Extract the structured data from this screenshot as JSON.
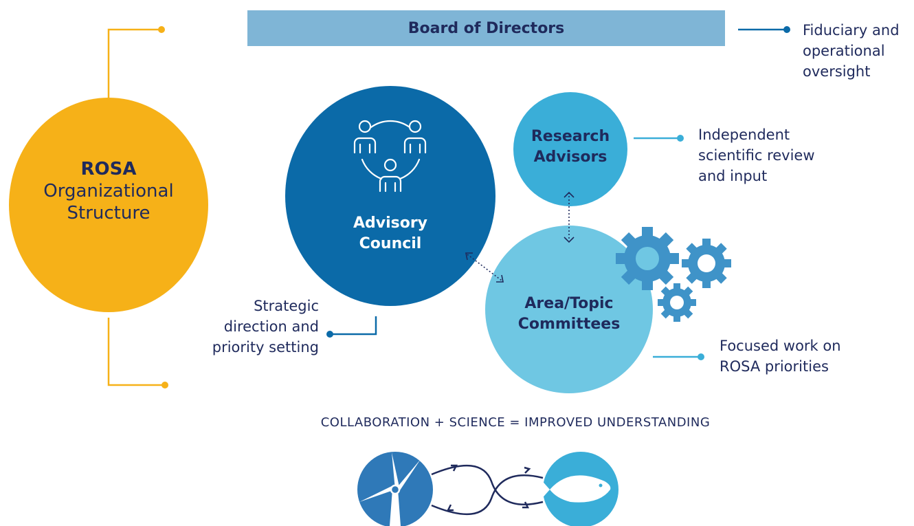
{
  "board": {
    "label": "Board of Directors",
    "description_lines": [
      "Fiduciary and",
      "operational",
      "oversight"
    ]
  },
  "rosa": {
    "line1": "ROSA",
    "line2": "Organizational",
    "line3": "Structure"
  },
  "advisory_council": {
    "line1": "Advisory",
    "line2": "Council",
    "description_lines": [
      "Strategic",
      "direction and",
      "priority setting"
    ],
    "icon": "people-circle-icon"
  },
  "research_advisors": {
    "line1": "Research",
    "line2": "Advisors",
    "description_lines": [
      "Independent",
      "scientific review",
      "and input"
    ]
  },
  "committees": {
    "line1": "Area/Topic",
    "line2": "Committees",
    "description_lines": [
      "Focused work on",
      "ROSA priorities"
    ],
    "icon": "gears-icon"
  },
  "tagline": "COLLABORATION + SCIENCE = IMPROVED UNDERSTANDING",
  "bottom_icons": [
    "wind-turbine-icon",
    "fish-icon"
  ],
  "colors": {
    "rosa_gold": "#f6b118",
    "board_blue": "#7fb5d6",
    "advisory_blue": "#0b6aa8",
    "research_blue": "#3aaed8",
    "committees_blue": "#6fc7e3",
    "navy_text": "#1f2a5c"
  }
}
